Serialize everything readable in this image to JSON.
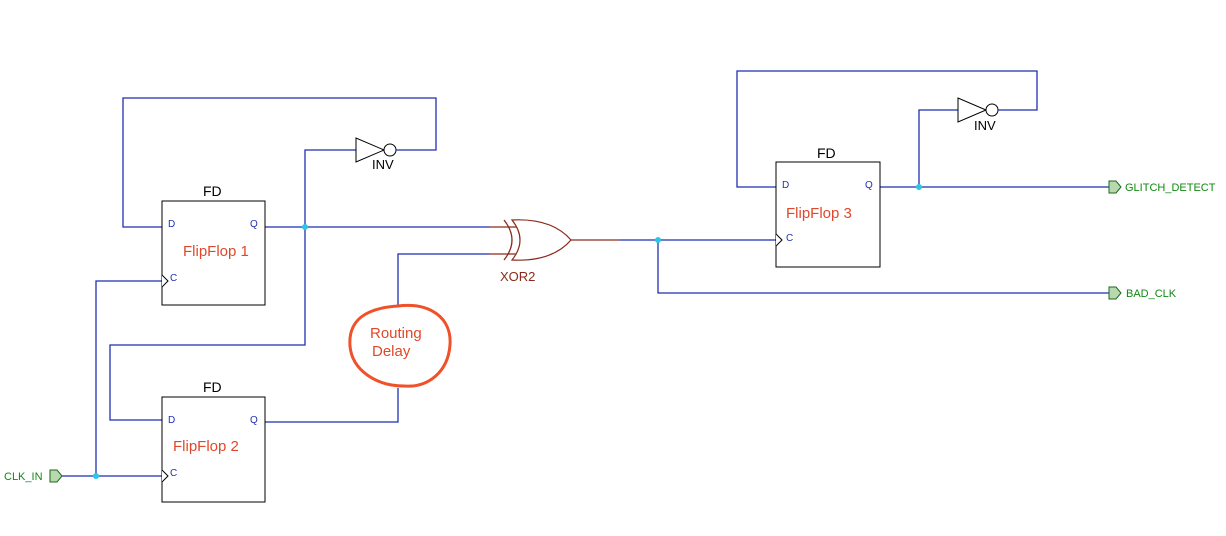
{
  "flipflops": [
    {
      "type": "FD",
      "instance": "FlipFlop 1",
      "pin_d": "D",
      "pin_q": "Q",
      "pin_c": "C"
    },
    {
      "type": "FD",
      "instance": "FlipFlop 2",
      "pin_d": "D",
      "pin_q": "Q",
      "pin_c": "C"
    },
    {
      "type": "FD",
      "instance": "FlipFlop 3",
      "pin_d": "D",
      "pin_q": "Q",
      "pin_c": "C"
    }
  ],
  "inverters": [
    {
      "label": "INV"
    },
    {
      "label": "INV"
    }
  ],
  "xor_gate": {
    "label": "XOR2"
  },
  "ports": {
    "input": "CLK_IN",
    "output_glitch": "GLITCH_DETECT",
    "output_bad": "BAD_CLK"
  },
  "annotation": {
    "line1": "Routing",
    "line2": "Delay"
  },
  "colors": {
    "wire": "#1f2fb0",
    "xor_wire": "#8a2a1a",
    "junction": "#29c6e8",
    "instance_label": "#e0482a",
    "port_label": "#118811"
  }
}
